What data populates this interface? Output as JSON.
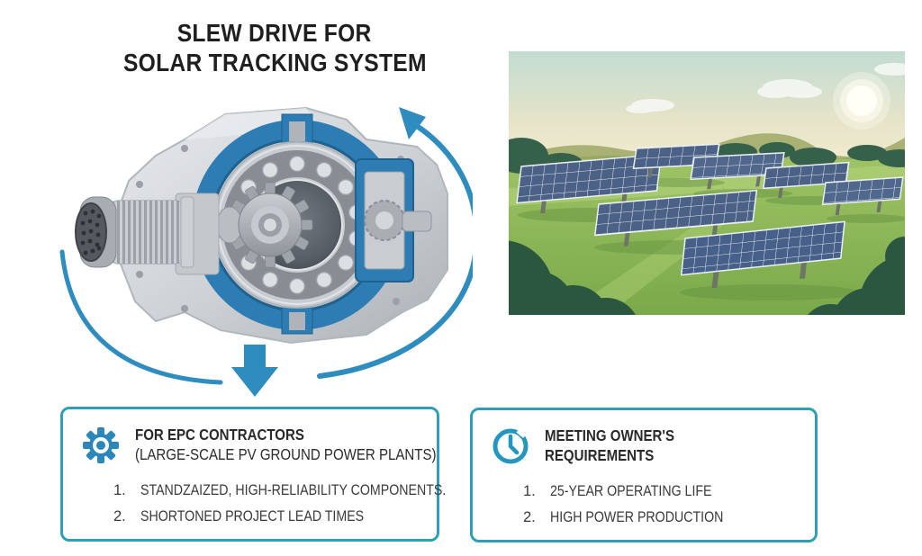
{
  "title": {
    "line1": "SLEW DRIVE FOR",
    "line2": "SOLAR TRACKING SYSTEM"
  },
  "colors": {
    "arrow_blue": "#2f8cbe",
    "box_border": "#2f9fb6",
    "icon_blue": "#2a87b8",
    "cutaway_blue": "#2d7cb4",
    "text_dark": "#2e2e2e"
  },
  "illustrations": {
    "slew_drive_alt": "Cutaway slew drive gearbox with rotation arrows",
    "solar_farm_alt": "Illustration of ground-mounted solar panel field"
  },
  "boxes": {
    "epc": {
      "icon": "gear-icon",
      "heading_line1": "FOR EPC CONTRACTORS",
      "heading_line2": "(LARGE-SCALE PV GROUND POWER PLANTS)",
      "items": [
        {
          "num": "1.",
          "text": "STANDZAIZED, HIGH-RELIABILITY COMPONENTS."
        },
        {
          "num": "2.",
          "text": "SHORTONED PROJECT LEAD TIMES"
        }
      ]
    },
    "owner": {
      "icon": "clock-icon",
      "heading_line1": "MEETING OWNER'S",
      "heading_line2": "REQUIREMENTS",
      "items": [
        {
          "num": "1.",
          "text": "25-YEAR OPERATING LIFE"
        },
        {
          "num": "2.",
          "text": "HIGH POWER PRODUCTION"
        }
      ]
    }
  }
}
